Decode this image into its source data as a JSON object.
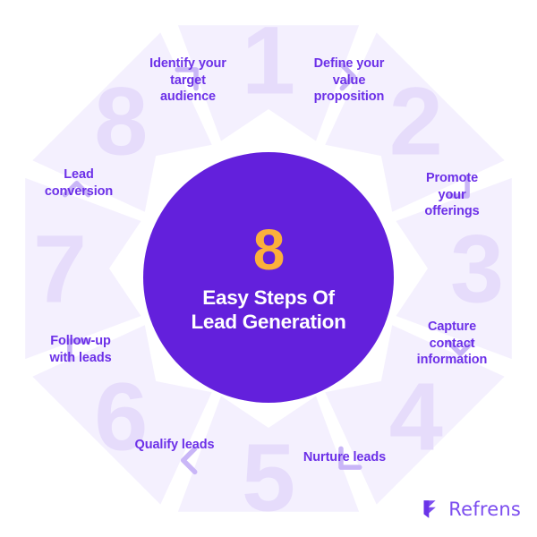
{
  "center": {
    "number": "8",
    "title": "Easy Steps Of\nLead Generation",
    "circle_color": "#6320DC",
    "number_color": "#FBB03B",
    "title_color": "#FFFFFF"
  },
  "theme": {
    "petal_fill": "#F4F0FE",
    "ghost_number_color": "#E6DCFB",
    "label_color": "#6C30E8",
    "connector_color": "#C9B6F7",
    "background": "#FFFFFF"
  },
  "steps": [
    {
      "number": "1",
      "label": "Identify your\ntarget\naudience"
    },
    {
      "number": "2",
      "label": "Define your\nvalue\nproposition"
    },
    {
      "number": "3",
      "label": "Promote\nyour\nofferings"
    },
    {
      "number": "4",
      "label": "Capture\ncontact\ninformation"
    },
    {
      "number": "5",
      "label": "Nurture leads"
    },
    {
      "number": "6",
      "label": "Qualify leads"
    },
    {
      "number": "7",
      "label": "Follow-up\nwith leads"
    },
    {
      "number": "8",
      "label": "Lead\nconversion"
    }
  ],
  "connectors": [
    {
      "name": "chevron-right-icon",
      "glyph": "chevron-right"
    },
    {
      "name": "corner-bracket-down-left-icon",
      "glyph": "corner-dl"
    },
    {
      "name": "chevron-down-icon",
      "glyph": "chevron-down"
    },
    {
      "name": "corner-bracket-down-right-icon",
      "glyph": "corner-dr"
    },
    {
      "name": "chevron-left-icon",
      "glyph": "chevron-left"
    },
    {
      "name": "corner-bracket-up-right-icon",
      "glyph": "corner-ur"
    },
    {
      "name": "chevron-up-icon",
      "glyph": "chevron-up"
    },
    {
      "name": "corner-bracket-up-left-icon",
      "glyph": "corner-ul"
    }
  ],
  "brand": {
    "name": "Refrens",
    "logo_icon": "refrens-r-logo-icon",
    "color": "#7C4DEF"
  }
}
